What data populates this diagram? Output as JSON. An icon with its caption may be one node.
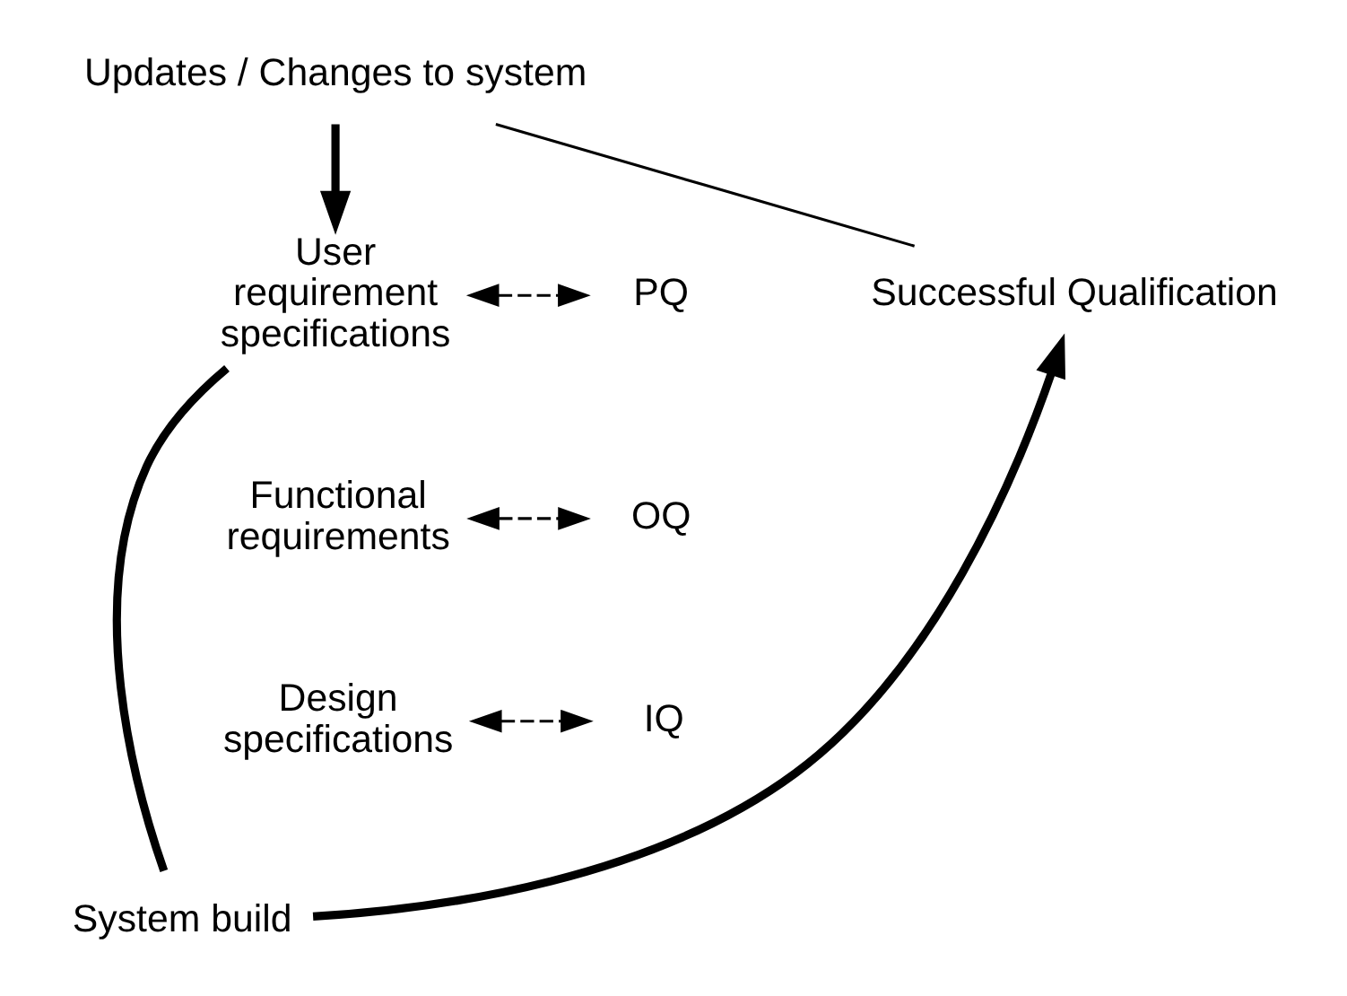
{
  "diagram": {
    "nodes": [
      {
        "text": [
          "Updates / Changes to system"
        ]
      },
      {
        "text": [
          "User requirement specifications"
        ]
      },
      {
        "text": [
          "Functional requirements"
        ]
      },
      {
        "text": [
          "Design specifications"
        ]
      },
      {
        "text": [
          "System build"
        ]
      },
      {
        "text": [
          "Successful Qualification"
        ]
      },
      {
        "text": [
          "PQ"
        ]
      },
      {
        "text": [
          "OQ"
        ]
      },
      {
        "text": [
          "IQ"
        ]
      }
    ],
    "edges": [
      {
        "from": 0,
        "to": 1,
        "arrow": "to",
        "style": "thick"
      },
      {
        "from": 1,
        "to": 4,
        "arrow": "none",
        "style": "thick"
      },
      {
        "from": 4,
        "to": 5,
        "arrow": "to",
        "style": "thick"
      },
      {
        "from": 5,
        "to": 0,
        "arrow": "none"
      },
      {
        "from": 1,
        "to": 6,
        "arrow": "both",
        "style": "dashed"
      },
      {
        "from": 2,
        "to": 7,
        "arrow": "both",
        "style": "dashed"
      },
      {
        "from": 3,
        "to": 8,
        "arrow": "both",
        "style": "dashed"
      }
    ]
  }
}
